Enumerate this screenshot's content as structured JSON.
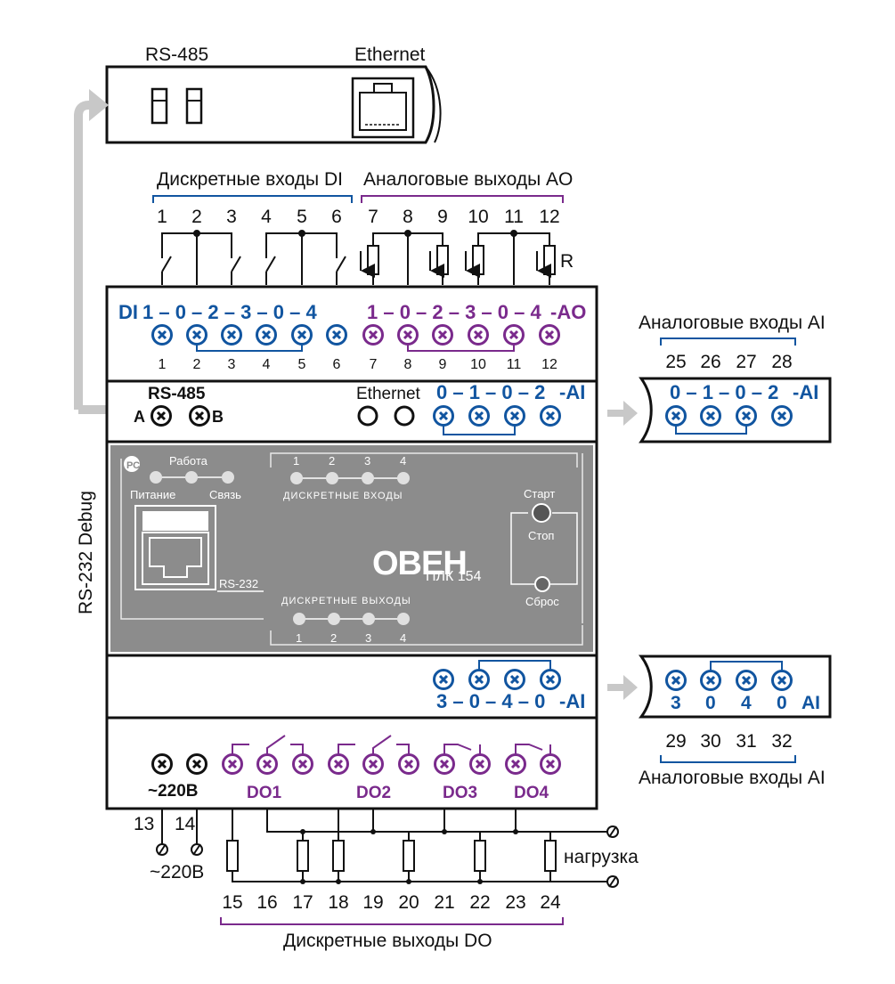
{
  "top_module": {
    "rs485_label": "RS-485",
    "ethernet_label": "Ethernet"
  },
  "groups": {
    "di_title": "Дискретные входы DI",
    "ao_title": "Аналоговые выходы AO",
    "ai_top_title": "Аналоговые входы AI",
    "ai_bottom_title": "Аналоговые входы AI",
    "do_title": "Дискретные выходы DO"
  },
  "top_numbers": [
    "1",
    "2",
    "3",
    "4",
    "5",
    "6",
    "7",
    "8",
    "9",
    "10",
    "11",
    "12"
  ],
  "top_row": {
    "di_prefix": "DI",
    "di_sequence": "1 – 0 – 2 – 3 – 0 – 4",
    "ao_sequence": "1 – 0 – 2 – 3 – 0 – 4",
    "ao_suffix": "-AO",
    "resistor_label": "R"
  },
  "second_row": {
    "rs485_label": "RS-485",
    "a_label": "A",
    "b_label": "B",
    "ethernet_label": "Ethernet",
    "ai_sequence": "0 – 1 – 0 – 2",
    "ai_suffix": "-AI"
  },
  "ai_top_numbers": [
    "25",
    "26",
    "27",
    "28"
  ],
  "ai_top_ext": {
    "sequence": "0 – 1 – 0 – 2",
    "suffix": "-AI"
  },
  "side_label": "RS-232 Debug",
  "panel": {
    "rabota": "Работа",
    "pitanie": "Питание",
    "svyaz": "Связь",
    "di_nums": [
      "1",
      "2",
      "3",
      "4"
    ],
    "di_label": "ДИСКРЕТНЫЕ ВХОДЫ",
    "do_nums": [
      "1",
      "2",
      "3",
      "4"
    ],
    "do_label": "ДИСКРЕТНЫЕ ВЫХОДЫ",
    "rs232_label": "RS-232",
    "brand": "ОВЕН",
    "model": "ПЛК 154",
    "start": "Старт",
    "stop": "Стоп",
    "reset": "Сброс"
  },
  "ai_bottom_row": {
    "sequence": "3 – 0 – 4 – 0",
    "suffix": "-AI"
  },
  "ai_bottom_ext": {
    "d1": "3",
    "d2": "0",
    "d3": "4",
    "d4": "0",
    "suffix": "AI"
  },
  "ai_bottom_numbers": [
    "29",
    "30",
    "31",
    "32"
  ],
  "bottom_row": {
    "power": "~220В",
    "do1": "DO1",
    "do2": "DO2",
    "do3": "DO3",
    "do4": "DO4"
  },
  "power_terminals": {
    "n13": "13",
    "n14": "14",
    "label": "~220В"
  },
  "load_label": "нагрузка",
  "do_numbers": [
    "15",
    "16",
    "17",
    "18",
    "19",
    "20",
    "21",
    "22",
    "23",
    "24"
  ],
  "colors": {
    "blue": "#1155a0",
    "purple": "#7a2a8c",
    "panel": "#8c8c8c",
    "arrow": "#c8c8c8"
  }
}
